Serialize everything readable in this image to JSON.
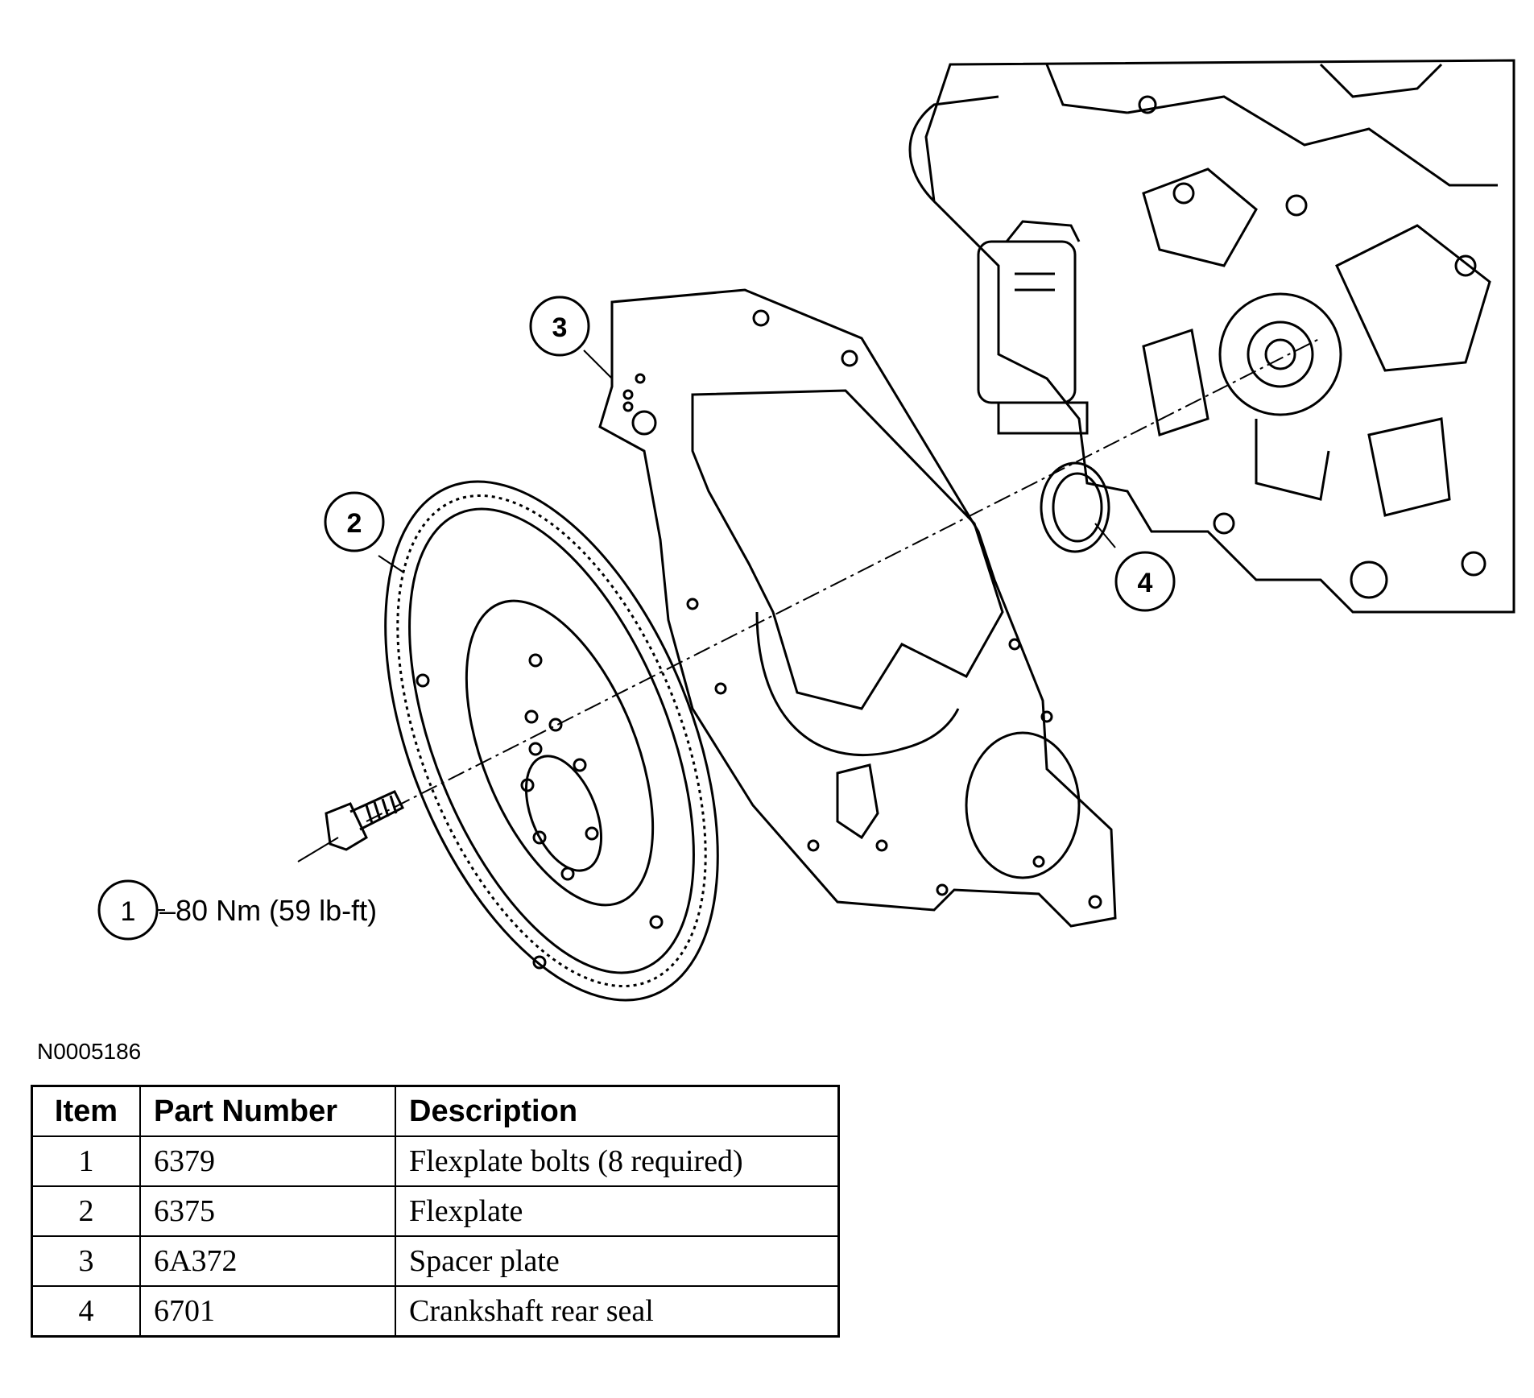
{
  "callouts": {
    "c1": "1",
    "c2": "2",
    "c3": "3",
    "c4": "4",
    "torque": "–80 Nm (59 lb-ft)"
  },
  "figure_id": "N0005186",
  "table": {
    "headers": {
      "item": "Item",
      "part_number": "Part Number",
      "description": "Description"
    },
    "rows": [
      {
        "item": "1",
        "part_number": "6379",
        "description": "Flexplate bolts (8 required)"
      },
      {
        "item": "2",
        "part_number": "6375",
        "description": "Flexplate"
      },
      {
        "item": "3",
        "part_number": "6A372",
        "description": "Spacer plate"
      },
      {
        "item": "4",
        "part_number": "6701",
        "description": "Crankshaft rear seal"
      }
    ]
  }
}
